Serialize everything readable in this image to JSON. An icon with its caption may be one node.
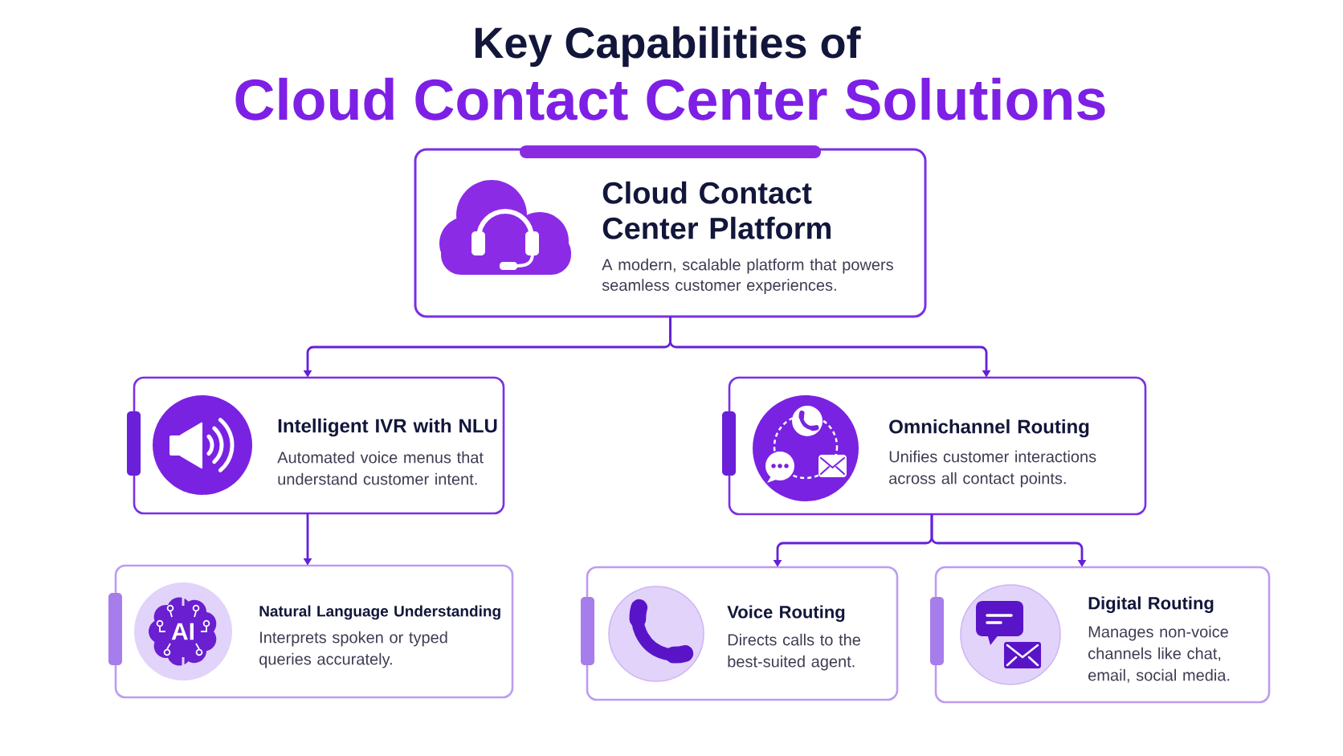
{
  "diagram": {
    "title": "Key Capabilities of",
    "nodes": [
      {
        "text": [
          "Cloud Contact Center Platform",
          "A modern, scalable platform that powers seamless customer experiences."
        ]
      },
      {
        "text": [
          "Intelligent IVR with NLU",
          "Automated voice menus that understand customer intent."
        ]
      },
      {
        "text": [
          "Omnichannel Routing",
          "Unifies customer interactions across all contact points."
        ]
      },
      {
        "text": [
          "AI",
          "Natural Language Understanding",
          "Interprets spoken or typed queries accurately."
        ]
      },
      {
        "text": [
          "Voice Routing",
          "Directs calls to the best-suited agent."
        ]
      },
      {
        "text": [
          "Digital Routing",
          "Manages non-voice channels like chat, email, social media."
        ]
      }
    ],
    "edges": [
      {
        "from": 0,
        "to": 1,
        "arrow": "to"
      },
      {
        "from": 0,
        "to": 2,
        "arrow": "to"
      },
      {
        "from": 1,
        "to": 3,
        "arrow": "to"
      },
      {
        "from": 2,
        "to": 4,
        "arrow": "to"
      },
      {
        "from": 2,
        "to": 5,
        "arrow": "to"
      }
    ],
    "labels": [
      "Cloud Contact Center Solutions"
    ]
  }
}
